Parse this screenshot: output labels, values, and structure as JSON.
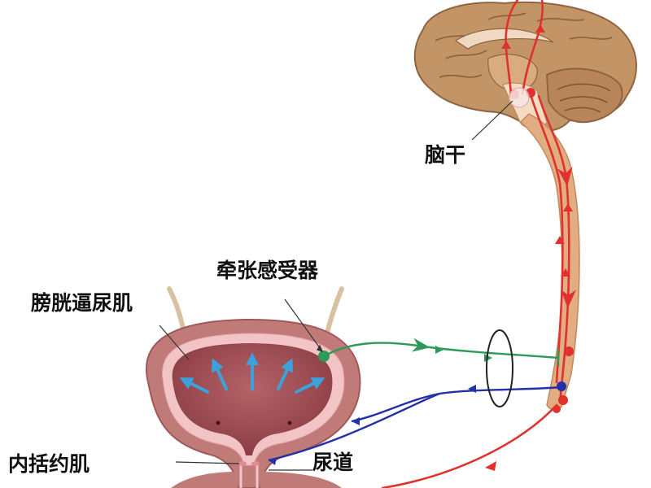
{
  "labels": {
    "brainstem": "脑干",
    "stretch_receptor": "牵张感受器",
    "detrusor": "膀胱逼尿肌",
    "internal_sphincter": "内括约肌",
    "urethra": "尿道"
  },
  "colors": {
    "brain": "#c39566",
    "brain_dark": "#8e6540",
    "spinal_cord": "#e2ad82",
    "bladder_outer": "#c07b78",
    "bladder_inner": "#9c4a50",
    "bladder_lining": "#f2c4c6",
    "sensory_nerve": "#2e9a57",
    "motor_nerve": "#2330a8",
    "ascending_descending": "#e0312e",
    "pressure_arrows": "#3aa3dc"
  }
}
